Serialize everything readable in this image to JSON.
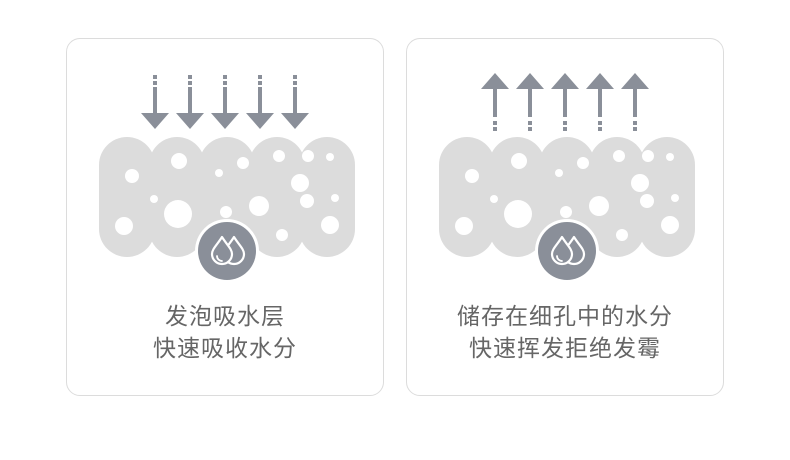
{
  "colors": {
    "sponge": "#dcdcdc",
    "pore": "#ffffff",
    "arrow": "#8a8f99",
    "badge": "#8a8f99",
    "caption_text": "#666666",
    "card_border": "#dcdcdc"
  },
  "cards": [
    {
      "arrow_direction": "down",
      "icon": "water-drops-icon",
      "caption": {
        "line1": "发泡吸水层",
        "line2": "快速吸收水分"
      }
    },
    {
      "arrow_direction": "up",
      "icon": "water-drops-icon",
      "caption": {
        "line1": "储存在细孔中的水分",
        "line2": "快速挥发拒绝发霉"
      }
    }
  ]
}
